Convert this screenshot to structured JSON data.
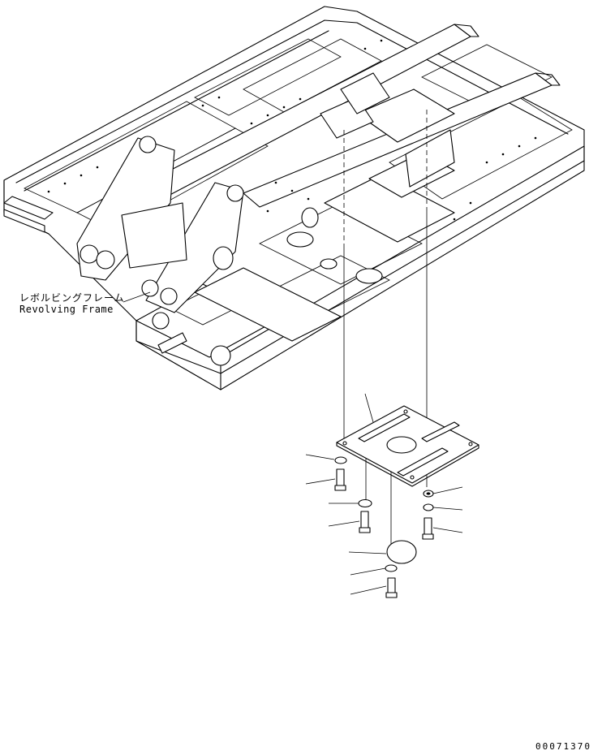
{
  "figure": {
    "frame_label_jp": "レボルビングフレーム",
    "frame_label_en": "Revolving Frame",
    "drawing_code": "00071370"
  },
  "icons": {
    "frame": "revolving-frame-assembly",
    "plate": "cover-plate",
    "cap": "round-cover",
    "bolt": "hex-bolt",
    "washer": "washer"
  }
}
